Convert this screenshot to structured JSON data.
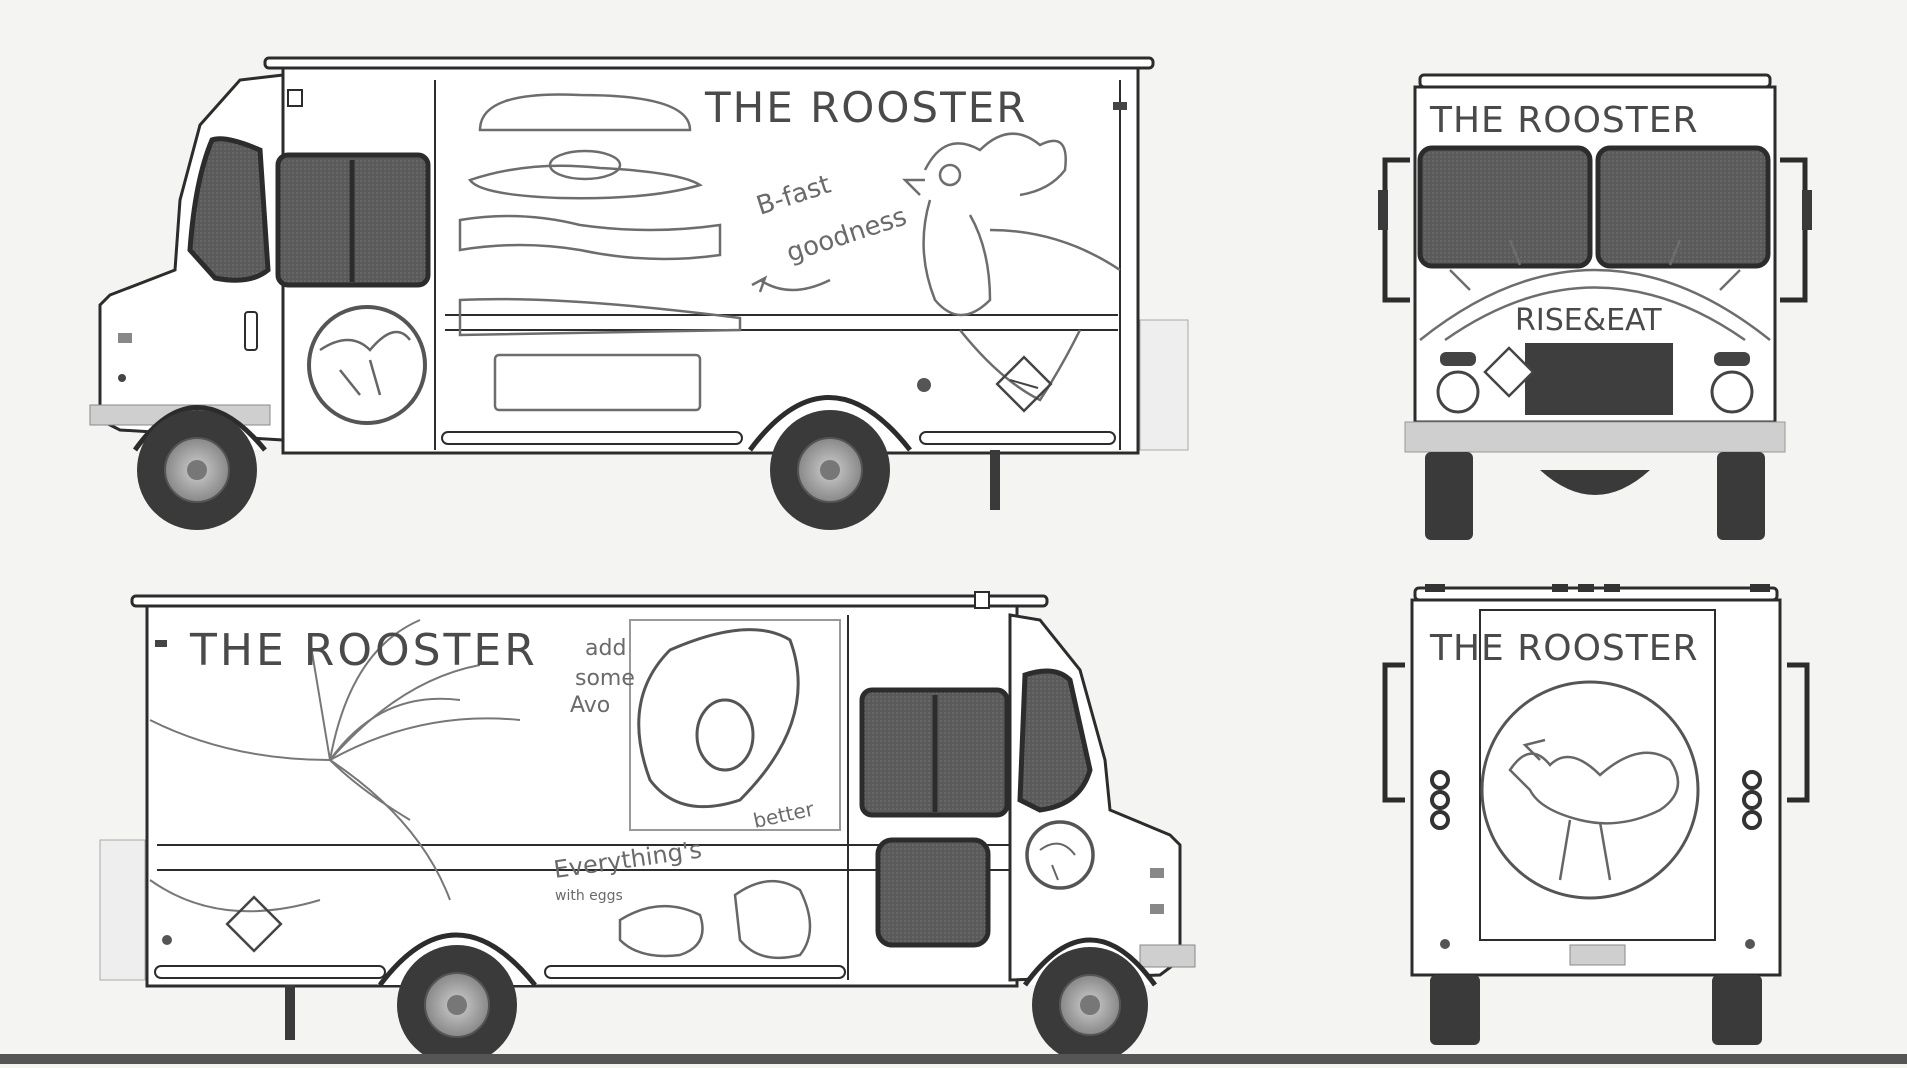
{
  "brand": {
    "name": "THE ROOSTER",
    "slogan": "RISE&EAT"
  },
  "side_left": {
    "tagline_1": "B-fast",
    "tagline_2": "goodness"
  },
  "side_right": {
    "note_1": "add",
    "note_2": "some",
    "note_3": "Avo",
    "note_4": "Everything's",
    "note_5": "better",
    "note_6": "with eggs"
  },
  "colors": {
    "line": "#2c2c2c",
    "window": "#5e5e5e",
    "tire": "#3a3a3a",
    "pencil": "#6d6d6d",
    "bumper": "#cfcfcf"
  }
}
